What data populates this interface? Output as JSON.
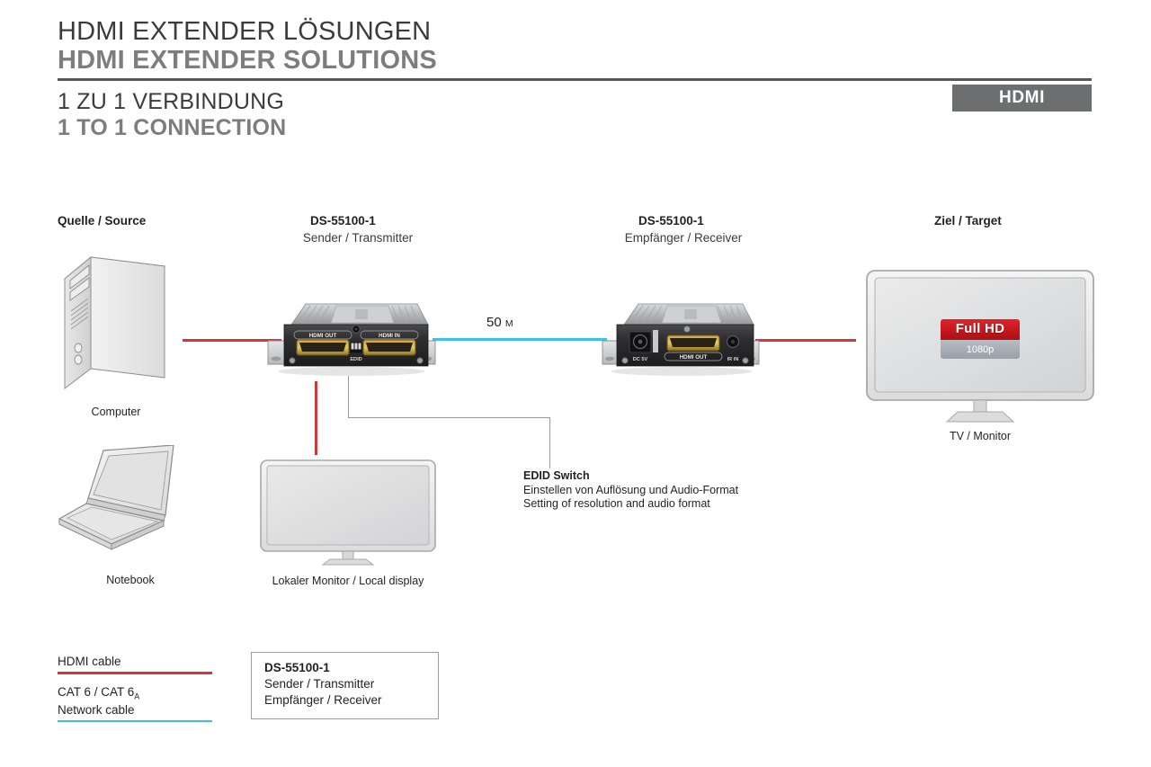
{
  "header": {
    "title_de": "HDMI EXTENDER LÖSUNGEN",
    "title_en": "HDMI EXTENDER SOLUTIONS",
    "subtitle_de": "1 ZU 1 VERBINDUNG",
    "subtitle_en": "1 TO 1 CONNECTION",
    "badge": "HDMI",
    "badge_color": "#6d6e70"
  },
  "columns": {
    "source": "Quelle / Source",
    "target": "Ziel / Target"
  },
  "devices": {
    "transmitter": {
      "model": "DS-55100-1",
      "role": "Sender / Transmitter",
      "port_left": "HDMI OUT",
      "port_right": "HDMI IN",
      "dip_label": "EDID"
    },
    "receiver": {
      "model": "DS-55100-1",
      "role": "Empfänger / Receiver",
      "port_power": "DC 5V",
      "port_hdmi": "HDMI OUT",
      "port_ir": "IR IN"
    }
  },
  "endpoints": {
    "computer": "Computer",
    "notebook": "Notebook",
    "local_display": "Lokaler Monitor / Local display",
    "tv": "TV / Monitor"
  },
  "tv_badge": {
    "top": "Full HD",
    "bottom": "1080p",
    "top_color": "#c4161c",
    "bottom_color": "#a9aeb5"
  },
  "distance": {
    "value": "50",
    "unit": "M"
  },
  "edid_callout": {
    "title": "EDID Switch",
    "line_de": "Einstellen von Auflösung und Audio-Format",
    "line_en": "Setting of resolution and audio format"
  },
  "legend": {
    "hdmi_label": "HDMI cable",
    "hdmi_color": "#d6353a",
    "cat_label_1": "CAT 6 / CAT 6",
    "cat_label_1_sub": "A",
    "cat_label_2": "Network cable",
    "cat_color": "#3fbfe4"
  },
  "legend_box": {
    "model": "DS-55100-1",
    "line_1": "Sender / Transmitter",
    "line_2": "Empfänger / Receiver"
  }
}
